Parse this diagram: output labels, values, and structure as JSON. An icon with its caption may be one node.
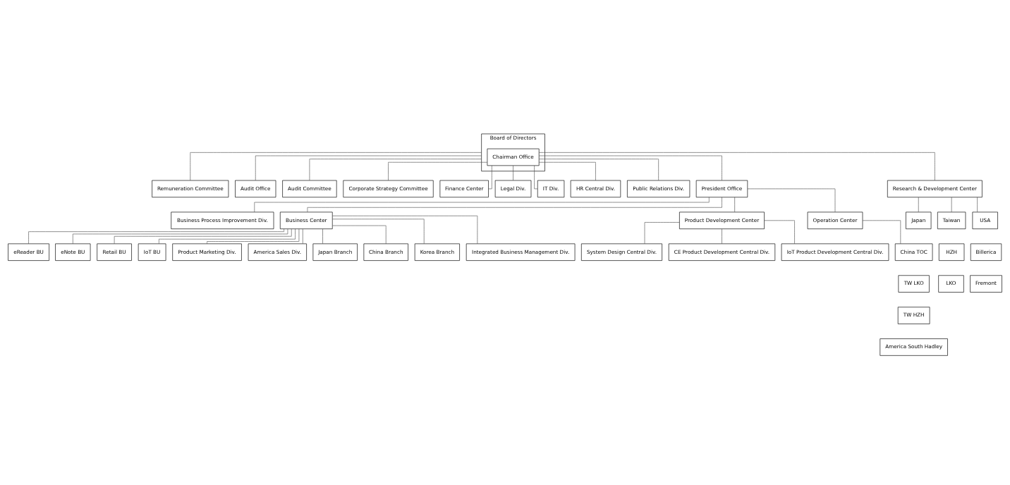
{
  "diagram": {
    "nodes": [
      {
        "text": [
          "Remuneration Committee"
        ]
      },
      {
        "text": [
          "Audit Office"
        ]
      },
      {
        "text": [
          "Board of Directors"
        ]
      },
      {
        "text": [
          "Chairman Office"
        ],
        "in": 2
      },
      {
        "text": [
          "Audit Committee"
        ]
      },
      {
        "text": [
          "Corporate Strategy Committee"
        ]
      },
      {
        "text": [
          "Finance Center"
        ]
      },
      {
        "text": [
          "Legal Div."
        ]
      },
      {
        "text": [
          "IT Div."
        ]
      },
      {
        "text": [
          "HR Central Div."
        ]
      },
      {
        "text": [
          "Public Relations Div."
        ]
      },
      {
        "text": [
          "President Office"
        ]
      },
      {
        "text": [
          "Business Process Improvement Div."
        ]
      },
      {
        "text": [
          "Business Center"
        ]
      },
      {
        "text": [
          "Product Development Center"
        ]
      },
      {
        "text": [
          "Operation Center"
        ]
      },
      {
        "text": [
          "Research & Development Center"
        ]
      },
      {
        "text": [
          "eReader BU"
        ]
      },
      {
        "text": [
          "eNote BU"
        ]
      },
      {
        "text": [
          "Retail BU"
        ]
      },
      {
        "text": [
          "IoT BU"
        ]
      },
      {
        "text": [
          "Product Marketing Div."
        ]
      },
      {
        "text": [
          "America Sales Div."
        ]
      },
      {
        "text": [
          "Japan Branch"
        ]
      },
      {
        "text": [
          "China Branch"
        ]
      },
      {
        "text": [
          "Korea Branch"
        ]
      },
      {
        "text": [
          "Integrated Business Management Div."
        ]
      },
      {
        "text": [
          "System Design Central Div."
        ]
      },
      {
        "text": [
          "CE Product Development Central Div."
        ]
      },
      {
        "text": [
          "IoT Product Development Central Div."
        ]
      },
      {
        "text": [
          "China TOC"
        ]
      },
      {
        "text": [
          "TW LKO"
        ]
      },
      {
        "text": [
          "TW HZH"
        ]
      },
      {
        "text": [
          "America South Hadley"
        ]
      },
      {
        "text": [
          "Japan"
        ]
      },
      {
        "text": [
          "Taiwan"
        ]
      },
      {
        "text": [
          "HZH"
        ]
      },
      {
        "text": [
          "LKO"
        ]
      },
      {
        "text": [
          "USA"
        ]
      },
      {
        "text": [
          "Billerica"
        ]
      },
      {
        "text": [
          "Fremont"
        ]
      }
    ],
    "edges": [
      {
        "from": 2,
        "to": 0,
        "arrow": "none"
      },
      {
        "from": 2,
        "to": 1,
        "arrow": "none"
      },
      {
        "from": 2,
        "to": 4,
        "arrow": "none"
      },
      {
        "from": 3,
        "to": 7,
        "arrow": "none"
      },
      {
        "from": 3,
        "to": 8,
        "arrow": "none"
      },
      {
        "from": 3,
        "to": 9,
        "arrow": "none"
      },
      {
        "from": 3,
        "to": 10,
        "arrow": "none"
      },
      {
        "from": 3,
        "to": 5,
        "arrow": "none"
      },
      {
        "from": 3,
        "to": 6,
        "arrow": "none"
      },
      {
        "from": 3,
        "to": 16,
        "arrow": "none"
      },
      {
        "from": 3,
        "to": 11,
        "arrow": "none"
      },
      {
        "from": 11,
        "to": 12,
        "arrow": "none"
      },
      {
        "from": 11,
        "to": 13,
        "arrow": "none"
      },
      {
        "from": 11,
        "to": 14,
        "arrow": "none"
      },
      {
        "from": 11,
        "to": 15,
        "arrow": "none"
      },
      {
        "from": 13,
        "to": 17,
        "arrow": "none"
      },
      {
        "from": 13,
        "to": 18,
        "arrow": "none"
      },
      {
        "from": 13,
        "to": 19,
        "arrow": "none"
      },
      {
        "from": 13,
        "to": 20,
        "arrow": "none"
      },
      {
        "from": 13,
        "to": 21,
        "arrow": "none"
      },
      {
        "from": 13,
        "to": 22,
        "arrow": "none"
      },
      {
        "from": 13,
        "to": 23,
        "arrow": "none"
      },
      {
        "from": 13,
        "to": 24,
        "arrow": "none"
      },
      {
        "from": 13,
        "to": 25,
        "arrow": "none"
      },
      {
        "from": 13,
        "to": 26,
        "arrow": "none"
      },
      {
        "from": 14,
        "to": 27,
        "arrow": "none"
      },
      {
        "from": 14,
        "to": 28,
        "arrow": "none"
      },
      {
        "from": 14,
        "to": 29,
        "arrow": "none"
      },
      {
        "from": 15,
        "to": 30,
        "arrow": "none"
      },
      {
        "from": 16,
        "to": 34,
        "arrow": "none"
      },
      {
        "from": 16,
        "to": 35,
        "arrow": "none"
      },
      {
        "from": 16,
        "to": 38,
        "arrow": "none"
      }
    ]
  }
}
